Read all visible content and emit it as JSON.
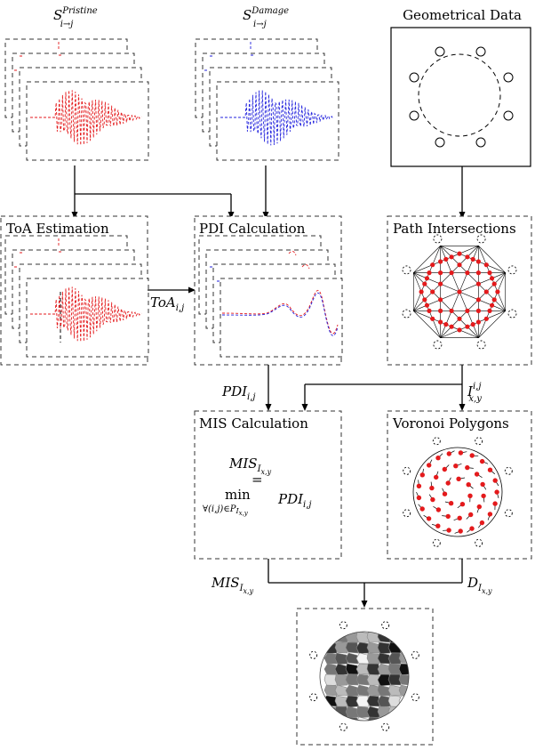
{
  "headings": {
    "s_pristine": {
      "base": "S",
      "sup": "Pristine",
      "sub": "i→j"
    },
    "s_damage": {
      "base": "S",
      "sup": "Damage",
      "sub": "i→j"
    },
    "geometrical_data": "Geometrical Data"
  },
  "boxes": {
    "toa_estimation": "ToA Estimation",
    "pdi_calculation": "PDI Calculation",
    "path_intersections": "Path Intersections",
    "mis_calculation": "MIS Calculation",
    "voronoi_polygons": "Voronoi Polygons"
  },
  "edge_labels": {
    "toa": {
      "base": "ToA",
      "sub": "i,j"
    },
    "pdi": {
      "base": "PDI",
      "sub": "i,j"
    },
    "intersections": {
      "base": "I",
      "sup": "i,j",
      "sub": "x,y"
    },
    "mis": {
      "base": "MIS",
      "sub": "I",
      "subsub": "x,y"
    },
    "voronoi": {
      "base": "D",
      "sub": "I",
      "subsub": "x,y"
    }
  },
  "formula": {
    "lhs": "MIS",
    "lhs_sub": "I",
    "lhs_subsub": "x,y",
    "equals": "=",
    "operator": "min",
    "operator_sub": "∀(i,j)∈P",
    "operator_subsub": "I",
    "operator_subsubsub": "x,y",
    "rhs": "PDI",
    "rhs_sub": "i,j"
  },
  "colors": {
    "pristine_signal": "#e41a1c",
    "damage_signal": "#2222dd",
    "markers": "#e41a1c"
  }
}
